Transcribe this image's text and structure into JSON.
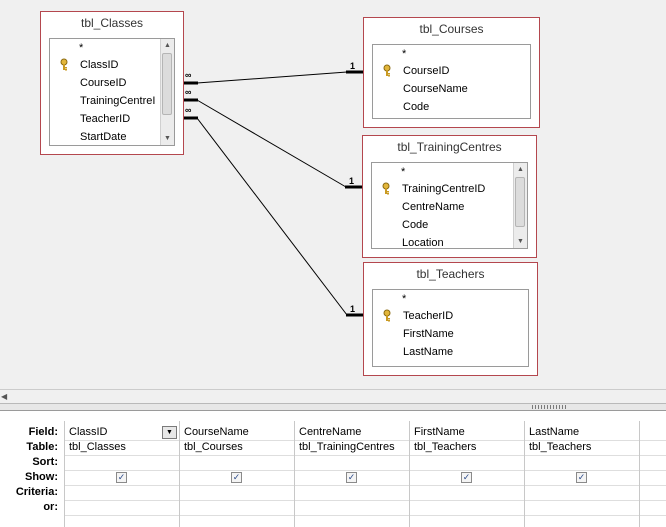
{
  "tables": {
    "classes": {
      "name": "tbl_Classes",
      "fields": [
        "*",
        "ClassID",
        "CourseID",
        "TrainingCentreI",
        "TeacherID",
        "StartDate"
      ],
      "key_field": "ClassID"
    },
    "courses": {
      "name": "tbl_Courses",
      "fields": [
        "*",
        "CourseID",
        "CourseName",
        "Code"
      ],
      "key_field": "CourseID"
    },
    "centres": {
      "name": "tbl_TrainingCentres",
      "fields": [
        "*",
        "TrainingCentreID",
        "CentreName",
        "Code",
        "Location"
      ],
      "key_field": "TrainingCentreID"
    },
    "teachers": {
      "name": "tbl_Teachers",
      "fields": [
        "*",
        "TeacherID",
        "FirstName",
        "LastName"
      ],
      "key_field": "TeacherID"
    }
  },
  "relationships": [
    {
      "from": "tbl_Classes",
      "to": "tbl_Courses",
      "many": "∞",
      "one": "1"
    },
    {
      "from": "tbl_Classes",
      "to": "tbl_TrainingCentres",
      "many": "∞",
      "one": "1"
    },
    {
      "from": "tbl_Classes",
      "to": "tbl_Teachers",
      "many": "∞",
      "one": "1"
    }
  ],
  "grid": {
    "row_labels": {
      "field": "Field:",
      "table": "Table:",
      "sort": "Sort:",
      "show": "Show:",
      "criteria": "Criteria:",
      "or": "or:"
    },
    "columns": [
      {
        "field": "ClassID",
        "table": "tbl_Classes",
        "show": true
      },
      {
        "field": "CourseName",
        "table": "tbl_Courses",
        "show": true
      },
      {
        "field": "CentreName",
        "table": "tbl_TrainingCentres",
        "show": true
      },
      {
        "field": "FirstName",
        "table": "tbl_Teachers",
        "show": true
      },
      {
        "field": "LastName",
        "table": "tbl_Teachers",
        "show": true
      }
    ],
    "checkmark": "✓"
  },
  "icons": {
    "key": "key-icon",
    "scroll_up": "▲",
    "scroll_down": "▼",
    "scroll_left": "◀",
    "dropdown": "▼"
  },
  "colors": {
    "table_border": "#b4474e",
    "canvas_bg": "#f0f0f0",
    "relationship_line": "#000000"
  }
}
